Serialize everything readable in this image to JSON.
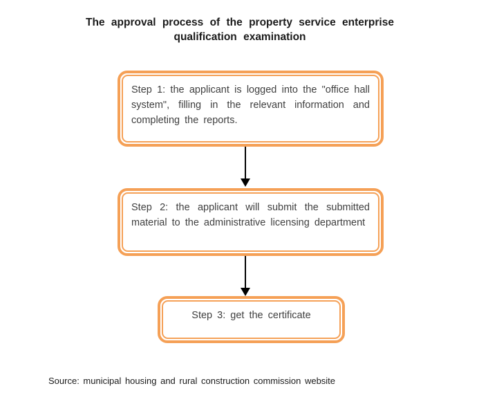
{
  "title": {
    "text": "The approval process of the property service enterprise qualification examination"
  },
  "flow": {
    "steps": [
      {
        "name": "step-1",
        "text": "Step 1: the applicant is logged into the \"office hall system\", filling in the relevant information and completing the reports."
      },
      {
        "name": "step-2",
        "text": "Step 2: the applicant will submit the submitted material to the administrative licensing department"
      },
      {
        "name": "step-3",
        "text": "Step 3: get the certificate"
      }
    ],
    "connectors": [
      "arrow-down",
      "arrow-down"
    ]
  },
  "source": {
    "text": "Source: municipal housing and rural construction commission website"
  },
  "colors": {
    "box_border": "#f5a056",
    "box_text": "#3f3f3f",
    "title_text": "#1a1a1a",
    "arrow": "#000000",
    "background": "#ffffff"
  }
}
